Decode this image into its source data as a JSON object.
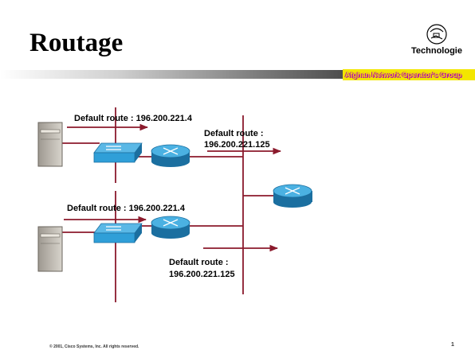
{
  "slide": {
    "title": "Routage",
    "logo_label": "Technologie",
    "group_badge": "Afghan Network Operator's Group",
    "footer": "© 2001, Cisco Systems, Inc. All rights reserved.",
    "page_number": "1"
  },
  "diagram": {
    "labels": {
      "top_left_route": "Default route : 196.200.221.4",
      "top_right_route_line1": "Default route :",
      "top_right_route_line2": "196.200.221.125",
      "bottom_left_route": "Default route : 196.200.221.4",
      "bottom_right_route_line1": "Default route :",
      "bottom_right_route_line2": "196.200.221.125"
    },
    "colors": {
      "link": "#8b1a2c",
      "device_blue": "#2f9fd8",
      "device_dark": "#1b6fa0",
      "server": "#bfbab0"
    }
  }
}
